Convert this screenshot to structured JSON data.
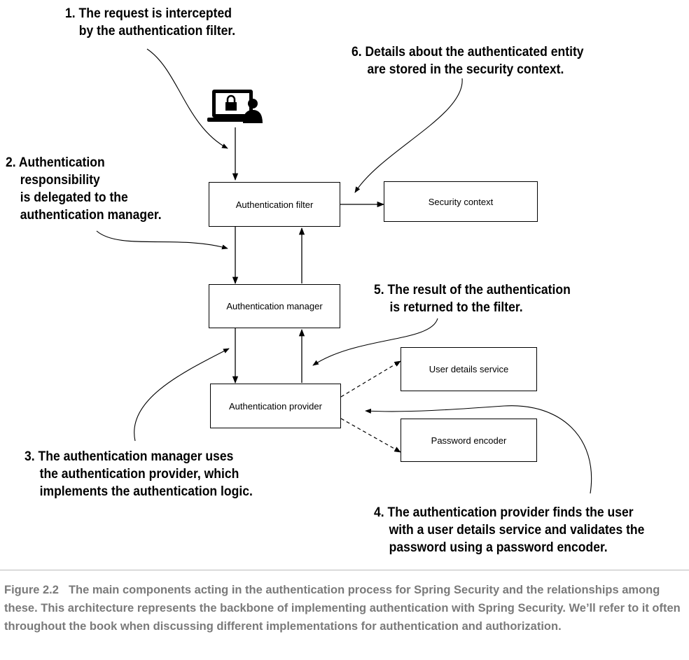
{
  "boxes": {
    "auth_filter": "Authentication filter",
    "security_context": "Security context",
    "auth_manager": "Authentication manager",
    "auth_provider": "Authentication provider",
    "user_details_service": "User details service",
    "password_encoder": "Password encoder"
  },
  "notes": {
    "n1": [
      "1. The request is intercepted",
      "by the authentication filter."
    ],
    "n2": [
      "2. Authentication",
      "responsibility",
      "is delegated to the",
      "authentication manager."
    ],
    "n3": [
      "3. The authentication manager uses",
      "the authentication provider, which",
      "implements the authentication logic."
    ],
    "n4": [
      "4. The authentication provider finds the user",
      "with a user details service and validates the",
      "password using a password encoder."
    ],
    "n5": [
      "5. The result of the authentication",
      "is returned to the filter."
    ],
    "n6": [
      "6. Details about the authenticated entity",
      "are stored in the security context."
    ]
  },
  "caption": {
    "label": "Figure 2.2",
    "text": "The main components acting in the authentication process for Spring Security and the relationships among these. This architecture represents the backbone of implementing authentication with Spring Security. We’ll refer to it often throughout the book when discussing different implementations for authentication and authorization."
  },
  "icons": {
    "client": "laptop-lock-user-icon"
  }
}
